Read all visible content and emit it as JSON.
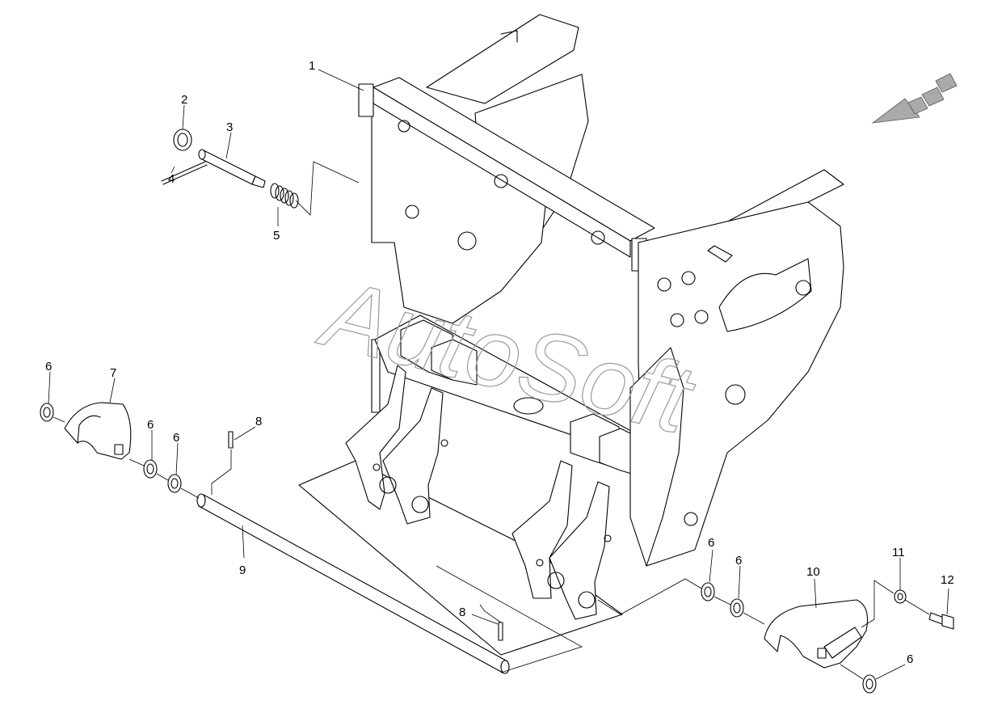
{
  "watermark": "AutoSoft",
  "callouts": {
    "c1": "1",
    "c2": "2",
    "c3": "3",
    "c4": "4",
    "c5": "5",
    "c6a": "6",
    "c7": "7",
    "c6b": "6",
    "c6c": "6",
    "c8a": "8",
    "c9": "9",
    "c8b": "8",
    "c6d": "6",
    "c6e": "6",
    "c10": "10",
    "c11": "11",
    "c12": "12",
    "c6f": "6"
  }
}
